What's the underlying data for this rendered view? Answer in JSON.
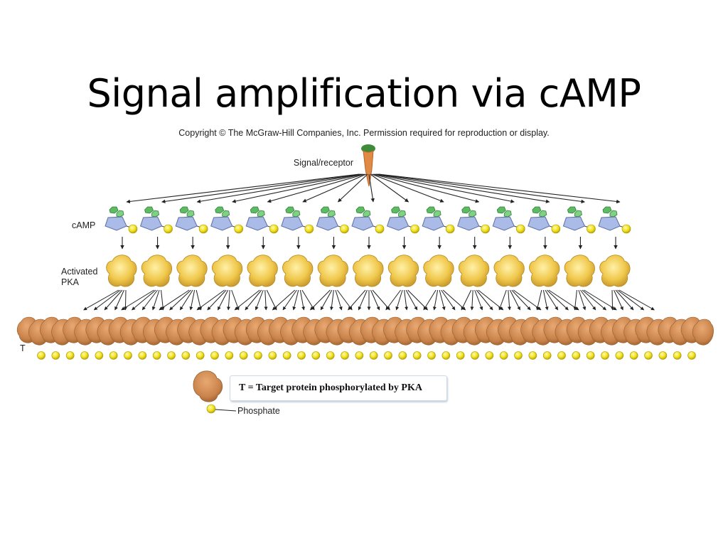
{
  "slide": {
    "title": "Signal amplification via cAMP",
    "copyright": "Copyright © The McGraw-Hill Companies, Inc. Permission required for reproduction or display."
  },
  "diagram": {
    "labels": {
      "signal_receptor": "Signal/receptor",
      "camp": "cAMP",
      "activated_pka_line1": "Activated",
      "activated_pka_line2": "PKA",
      "target": "T",
      "phosphate": "Phosphate"
    },
    "legend": {
      "text": "T = Target protein phosphorylated by PKA"
    },
    "counts": {
      "camp_molecules": 15,
      "pka_molecules": 15
    },
    "colors": {
      "camp_ring": "#9fb2df",
      "camp_green": "#5dbb63",
      "phosphate": "#f2e21a",
      "pka": "#f0c84c",
      "target_protein": "#c8834a",
      "arrow": "#222222"
    }
  }
}
